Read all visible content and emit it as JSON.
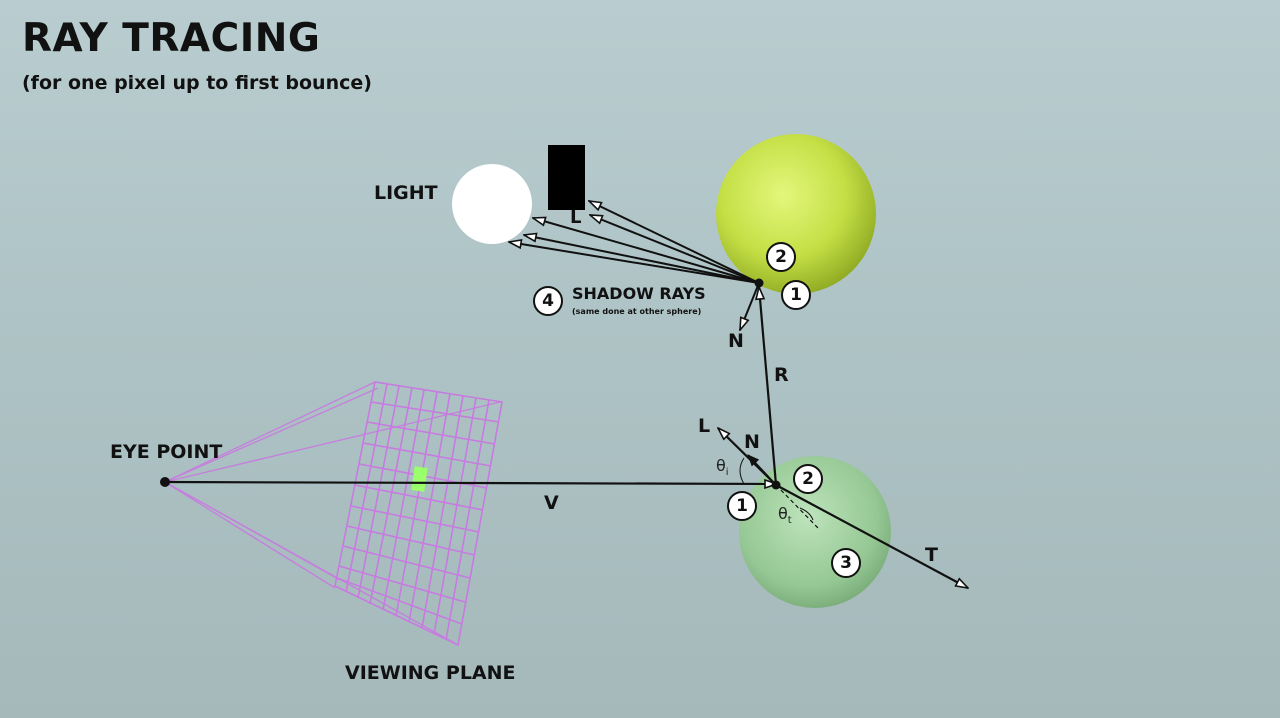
{
  "header": {
    "title": "RAY TRACING",
    "subtitle": "(for one pixel up to first bounce)"
  },
  "labels": {
    "light": "LIGHT",
    "eye_point": "EYE POINT",
    "viewing_plane": "VIEWING PLANE",
    "shadow_rays": "SHADOW RAYS",
    "shadow_note": "(same done at other sphere)",
    "ray_v": "V",
    "ray_r": "R",
    "ray_t": "T",
    "normal_top": "N",
    "normal_bottom": "N",
    "light_dir_top": "L",
    "light_dir_bottom": "L",
    "theta_i": "θ",
    "theta_i_sub": "i",
    "theta_t": "θ",
    "theta_t_sub": "t"
  },
  "badges": {
    "top_1": "1",
    "top_2": "2",
    "shadow_4": "4",
    "bottom_1": "1",
    "bottom_2": "2",
    "bottom_3": "3"
  },
  "colors": {
    "background": "#aec3c5",
    "yellow_sphere": "#c7e04a",
    "green_sphere": "#9ccf9a",
    "light_source": "#ffffff",
    "occluder": "#000000",
    "viewing_plane_grid": "#c77be0",
    "pixel_highlight": "#9aff6a",
    "rays": "#111111"
  }
}
